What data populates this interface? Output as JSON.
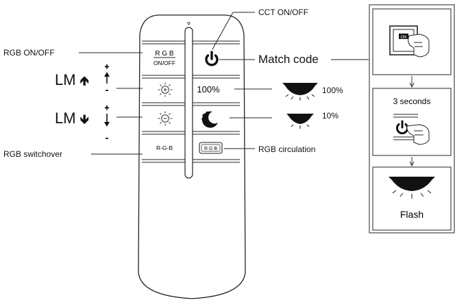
{
  "labels": {
    "cct_onoff": "CCT ON/OFF",
    "rgb_onoff": "RGB ON/OFF",
    "match_code": "Match code",
    "lm_up": "LM",
    "lm_down": "LM",
    "rgb_switchover": "RGB switchover",
    "rgb_circulation": "RGB circulation",
    "pct_100_button": "100%",
    "pct_100_lamp": "100%",
    "pct_10_lamp": "10%"
  },
  "remote_buttons": {
    "rgb_top": "R G B",
    "rgb_bottom": "ON/OFF",
    "rgb_switch": "R-G-B",
    "rgb_cycle": "R G B"
  },
  "side_panel": {
    "step2_text": "3 seconds",
    "step1_button": "ON",
    "step3_text": "Flash"
  },
  "colors": {
    "line": "#222222",
    "lamp": "#111111"
  }
}
